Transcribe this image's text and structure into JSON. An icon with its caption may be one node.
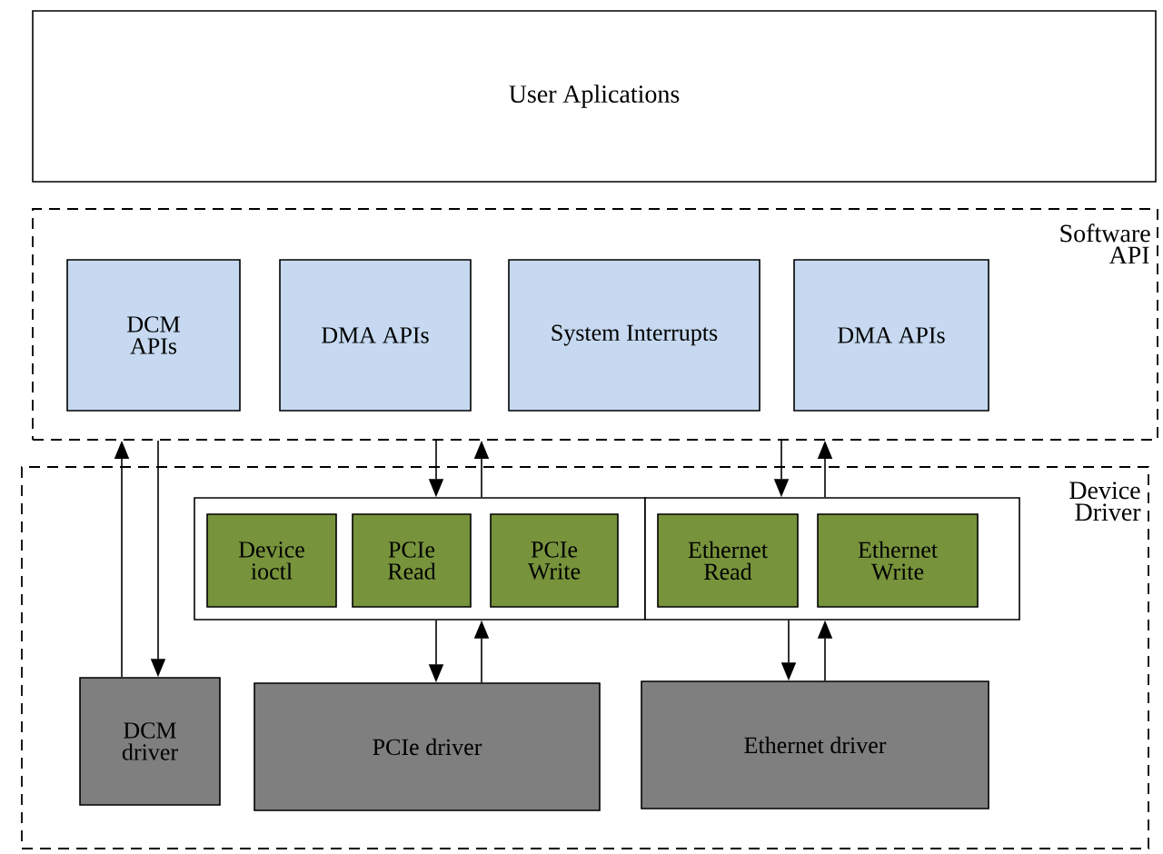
{
  "diagram": {
    "nodes": [
      {
        "text": [
          "User Aplications"
        ]
      },
      {
        "text": [
          "Software API"
        ]
      },
      {
        "text": [
          "DCM APIs"
        ],
        "in": 1
      },
      {
        "text": [
          "DMA APIs"
        ],
        "in": 1
      },
      {
        "text": [
          "System Interrupts"
        ],
        "in": 1
      },
      {
        "text": [
          "DMA APIs"
        ],
        "in": 1
      },
      {
        "text": [
          "Device Driver"
        ]
      },
      {
        "text": [],
        "shape": "box",
        "in": 6
      },
      {
        "text": [
          "Device ioctl"
        ],
        "in": 7
      },
      {
        "text": [
          "PCIe Read"
        ],
        "in": 7
      },
      {
        "text": [
          "PCIe Write"
        ],
        "in": 7
      },
      {
        "text": [],
        "shape": "box",
        "in": 6
      },
      {
        "text": [
          "Ethernet Read"
        ],
        "in": 11
      },
      {
        "text": [
          "Ethernet Write"
        ],
        "in": 11
      },
      {
        "text": [
          "DCM driver"
        ],
        "in": 6
      },
      {
        "text": [
          "PCIe driver"
        ],
        "in": 6
      },
      {
        "text": [
          "Ethernet driver"
        ],
        "in": 6
      }
    ],
    "edges": [
      {
        "from": 14,
        "to": 1,
        "arrow": "to"
      },
      {
        "from": 1,
        "to": 14,
        "arrow": "to"
      },
      {
        "from": 1,
        "to": 7,
        "arrow": "to"
      },
      {
        "from": 7,
        "to": 1,
        "arrow": "to"
      },
      {
        "from": 1,
        "to": 11,
        "arrow": "to"
      },
      {
        "from": 11,
        "to": 1,
        "arrow": "to"
      },
      {
        "from": 7,
        "to": 15,
        "arrow": "to"
      },
      {
        "from": 15,
        "to": 7,
        "arrow": "to"
      },
      {
        "from": 11,
        "to": 16,
        "arrow": "to"
      },
      {
        "from": 16,
        "to": 11,
        "arrow": "to"
      }
    ]
  }
}
